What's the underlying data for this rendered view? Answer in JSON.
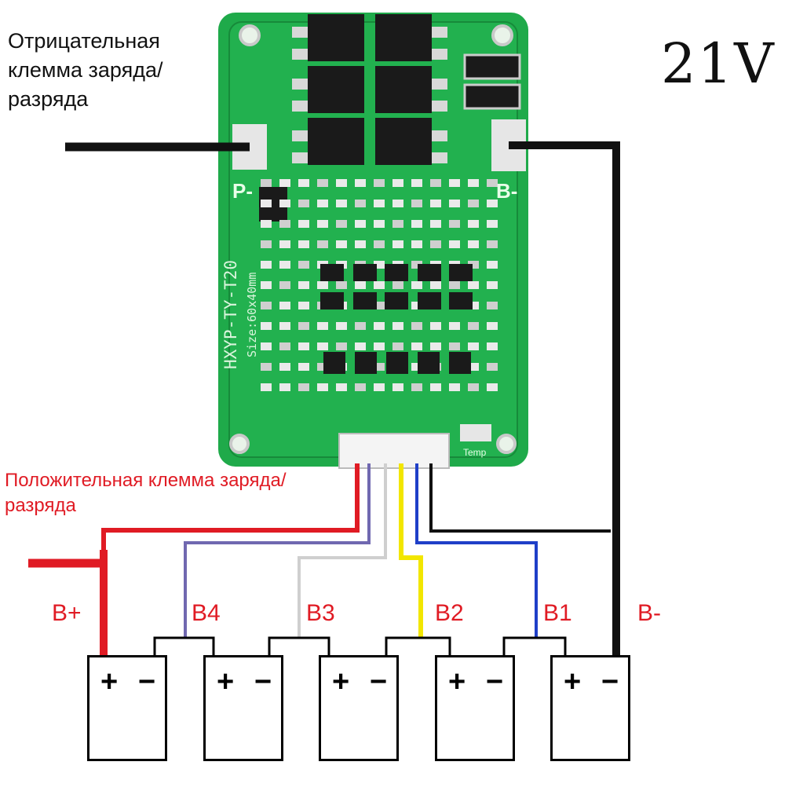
{
  "labels": {
    "negative_terminal": "Отрицательная клемма заряда/разряда",
    "positive_terminal": "Положительная клемма заряда/разряда",
    "voltage": "21V"
  },
  "taps": {
    "b_plus": "B+",
    "b4": "B4",
    "b3": "B3",
    "b2": "B2",
    "b1": "B1",
    "b_minus": "B-"
  },
  "board": {
    "model": "HXYP-TY-T20",
    "size": "Size:60x40mm",
    "pad_p_minus": "P-",
    "pad_b_minus": "B-",
    "temp": "Temp"
  },
  "cells": [
    {
      "plus": "+",
      "minus": "−"
    },
    {
      "plus": "+",
      "minus": "−"
    },
    {
      "plus": "+",
      "minus": "−"
    },
    {
      "plus": "+",
      "minus": "−"
    },
    {
      "plus": "+",
      "minus": "−"
    }
  ],
  "colors": {
    "board": "#1faa4a",
    "positive_wire": "#e01b24",
    "negative_wire": "#111111",
    "b4_wire": "#7068b0",
    "b3_wire": "#cfcfcf",
    "b2_wire": "#f2e600",
    "b1_wire": "#1f3fc8"
  }
}
